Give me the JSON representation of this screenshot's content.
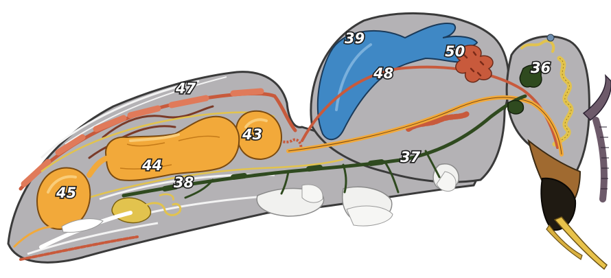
{
  "labels": {
    "l36": "36",
    "l37": "37",
    "l38": "38",
    "l39": "39",
    "l43": "43",
    "l44": "44",
    "l45": "45",
    "l47": "47",
    "l48": "48",
    "l50": "50"
  },
  "colors": {
    "background": "#ffffff",
    "body_shading": "#b4b2b5",
    "body_outline": "#3a3a3a",
    "digestive_tract": "#f2a93a",
    "digestive_highlight": "#f9cd7a",
    "blue_gland": "#3f88c5",
    "red_vessel": "#c85a3c",
    "dark_green_nerve": "#2f4a1f",
    "yellow_line": "#e2c34e",
    "head_brown": "#8a5a2a",
    "leg_stubs": "#f1f1ef"
  }
}
